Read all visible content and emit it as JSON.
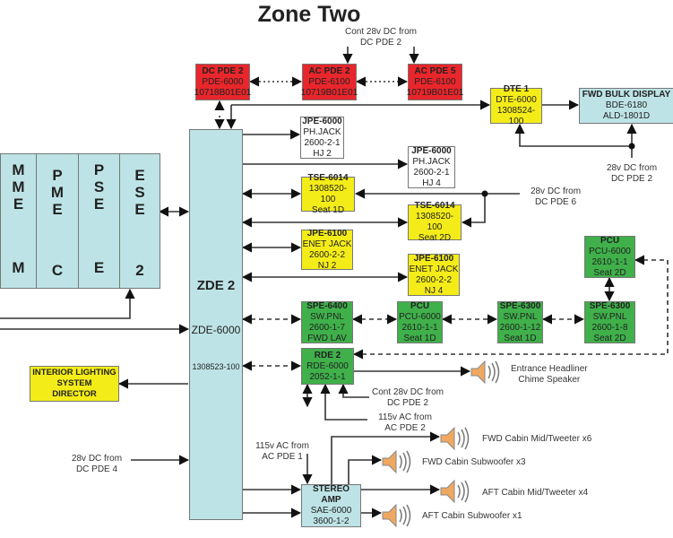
{
  "title": "Zone Two",
  "colors": {
    "red": "#e8262b",
    "yellow": "#f4ec18",
    "green": "#3fb04a",
    "blue": "#bde3e6"
  },
  "boxes": {
    "dc_pde2": [
      "DC PDE 2",
      "PDE-6000",
      "10718B01E01"
    ],
    "ac_pde2": [
      "AC PDE 2",
      "PDE-6100",
      "10719B01E01"
    ],
    "ac_pde5": [
      "AC PDE 5",
      "PDE-6100",
      "10719B01E01"
    ],
    "dte1": [
      "DTE 1",
      "DTE-6000",
      "1308524-100"
    ],
    "fwd_bulk": [
      "FWD BULK DISPLAY",
      "BDE-6180",
      "ALD-1801D"
    ],
    "zde2": [
      "ZDE 2",
      "ZDE-6000",
      "1308523-100"
    ],
    "jpe_hj2": [
      "JPE-6000",
      "PH.JACK",
      "2600-2-1",
      "HJ 2"
    ],
    "jpe_hj4": [
      "JPE-6000",
      "PH.JACK",
      "2600-2-1",
      "HJ 4"
    ],
    "tse_1d": [
      "TSE-6014",
      "1308520-100",
      "Seat 1D"
    ],
    "tse_2d": [
      "TSE-6014",
      "1308520-100",
      "Seat  2D"
    ],
    "jpe_nj2": [
      "JPE-6100",
      "ENET JACK",
      "2600-2-2",
      "NJ 2"
    ],
    "jpe_nj4": [
      "JPE-6100",
      "ENET JACK",
      "2600-2-2",
      "NJ 4"
    ],
    "pcu_2d": [
      "PCU",
      "PCU-6000",
      "2610-1-1",
      "Seat  2D"
    ],
    "spe6400": [
      "SPE-6400",
      "SW.PNL",
      "2600-1-7",
      "FWD LAV"
    ],
    "pcu_1d": [
      "PCU",
      "PCU-6000",
      "2610-1-1",
      "Seat 1D"
    ],
    "spe6300_1d": [
      "SPE-6300",
      "SW.PNL",
      "2600-1-12",
      "Seat 1D"
    ],
    "spe6300_2d": [
      "SPE-6300",
      "SW.PNL",
      "2600-1-8",
      "Seat 2D"
    ],
    "rde2": [
      "RDE 2",
      "RDE-6000",
      "2052-1-1"
    ],
    "ilsd": [
      "INTERIOR LIGHTING",
      "SYSTEM",
      "DIRECTOR"
    ],
    "stereo": [
      "STEREO AMP",
      "SAE-6000",
      "3600-1-2"
    ]
  },
  "left_block": [
    {
      "top": "M\nM\nE",
      "bottom": "M"
    },
    {
      "top": "P\nM\nE",
      "bottom": "C"
    },
    {
      "top": "P\nS\nE",
      "bottom": "E"
    },
    {
      "top": "E\nS\nE",
      "bottom": "2"
    }
  ],
  "labels": {
    "cont_top": [
      "Cont 28v DC from",
      "DC PDE 2"
    ],
    "dc_pde2_fwd": [
      "28v DC from",
      "DC PDE 2"
    ],
    "dc_pde6": [
      "28v DC from",
      "DC PDE 6"
    ],
    "cont_rde": [
      "Cont 28v DC from",
      "DC PDE 2"
    ],
    "ac_pde2": [
      "115v AC from",
      "AC PDE 2"
    ],
    "ac_pde1": [
      "115v AC from",
      "AC PDE 1"
    ],
    "dc_pde4": [
      "28v DC from",
      "DC PDE 4"
    ]
  },
  "speakers": {
    "entrance": [
      "Entrance Headliner",
      "Chime Speaker"
    ],
    "fwd_mid": "FWD Cabin Mid/Tweeter x6",
    "fwd_sub": "FWD Cabin Subwoofer x3",
    "aft_mid": "AFT Cabin Mid/Tweeter x4",
    "aft_sub": "AFT Cabin Subwoofer x1"
  },
  "icons": {
    "speaker": "speaker-icon"
  }
}
